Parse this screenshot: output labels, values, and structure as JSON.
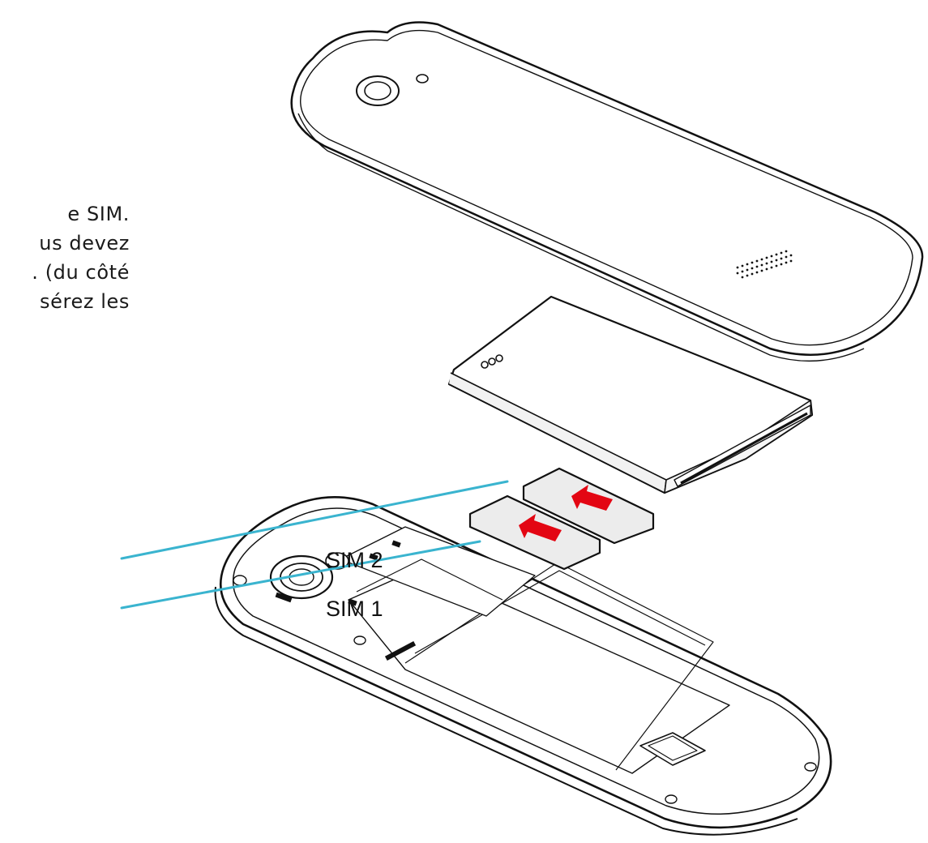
{
  "instructions": {
    "lines": [
      "e SIM.",
      "us devez",
      ". (du côté",
      "sérez les"
    ]
  },
  "labels": {
    "sim2": "SIM 2",
    "sim1": "SIM 1"
  },
  "colors": {
    "leader_line": "#3ab4cf",
    "arrow": "#e30613",
    "outline": "#111111",
    "card_fill": "#ececec"
  }
}
